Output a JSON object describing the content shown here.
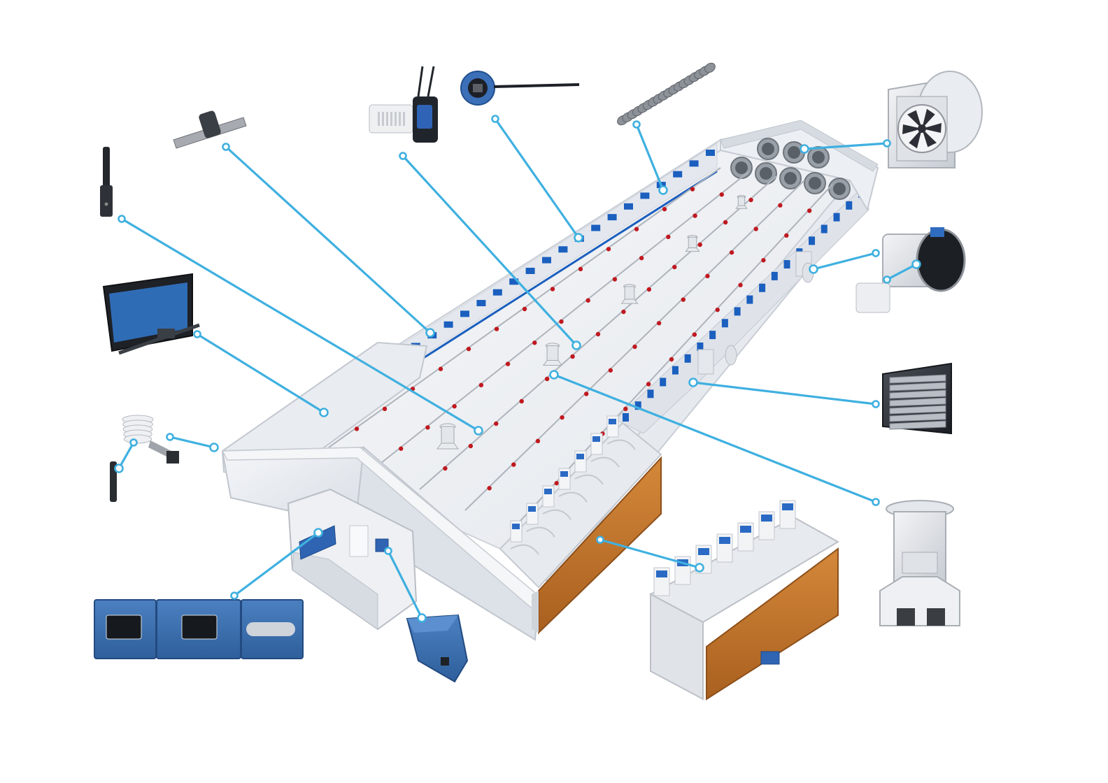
{
  "colors": {
    "accent": "#3fb0e0",
    "house_wall": "#e6e9ee",
    "house_floor": "#f2f4f7",
    "house_edge": "#c9ced6",
    "window_blue": "#1b5fbf",
    "pad_orange": "#c8792c",
    "controller_blue": "#3d6fae",
    "nipple_red": "#c0191f",
    "dark": "#2b2f36"
  },
  "callouts": [
    {
      "id": "antenna",
      "label": "antenna-icon"
    },
    {
      "id": "co2-sensor",
      "label": "co2-sensor-icon"
    },
    {
      "id": "humidity-sensor",
      "label": "humidity-sensor-icon"
    },
    {
      "id": "pressure-sensor",
      "label": "pressure-sensor-icon"
    },
    {
      "id": "heater-tube",
      "label": "heater-tube-icon"
    },
    {
      "id": "tunnel-fan",
      "label": "tunnel-fan-icon"
    },
    {
      "id": "chimney-fan",
      "label": "chimney-fan-icon"
    },
    {
      "id": "shutter-fan",
      "label": "shutter-fan-icon"
    },
    {
      "id": "exhaust-chimney",
      "label": "exhaust-chimney-icon"
    },
    {
      "id": "wall-inlet",
      "label": "wall-inlet-icon"
    },
    {
      "id": "weather-station",
      "label": "weather-station-icon"
    },
    {
      "id": "control-panel",
      "label": "control-panel-icon"
    },
    {
      "id": "light-trap",
      "label": "light-trap-icon"
    },
    {
      "id": "cooling-pad",
      "label": "cooling-pad-icon"
    }
  ]
}
